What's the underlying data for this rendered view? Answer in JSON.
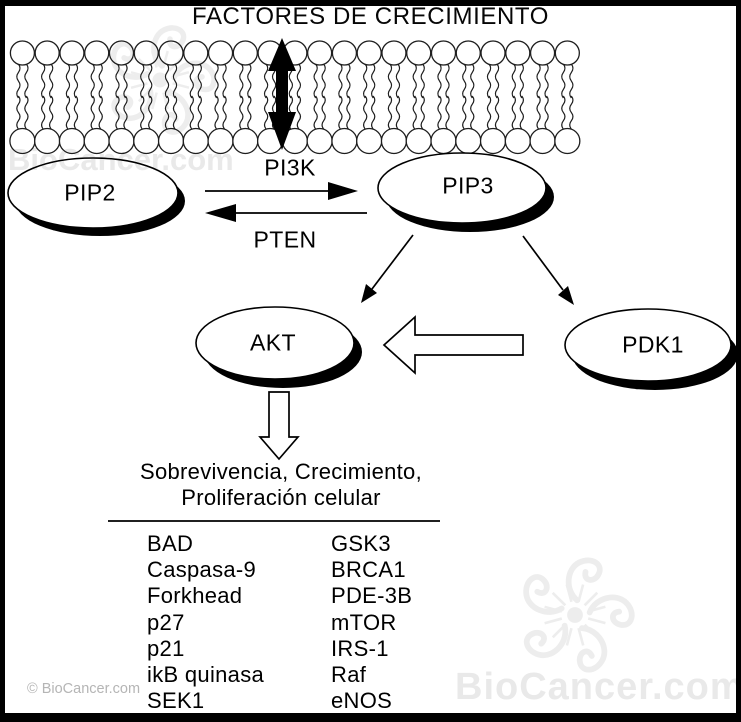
{
  "title": "FACTORES DE CRECIMIENTO",
  "nodes": {
    "pip2": "PIP2",
    "pip3": "PIP3",
    "akt": "AKT",
    "pdk1": "PDK1"
  },
  "enzymes": {
    "pi3k": "PI3K",
    "pten": "PTEN"
  },
  "outcomes": {
    "line1": "Sobrevivencia, Crecimiento,",
    "line2": "Proliferación celular"
  },
  "targets": {
    "left": [
      "BAD",
      "Caspasa-9",
      "Forkhead",
      "p27",
      "p21",
      "ikB quinasa",
      "SEK1"
    ],
    "right": [
      "GSK3",
      "BRCA1",
      "PDE-3B",
      "mTOR",
      "IRS-1",
      "Raf",
      "eNOS"
    ]
  },
  "watermarks": {
    "copyright": "© BioCancer.com",
    "brand": "BioCancer.com"
  },
  "colors": {
    "ink": "#000000",
    "background": "#ffffff",
    "watermark_faint": "#ededed",
    "watermark_gray": "#b5b5b5"
  }
}
